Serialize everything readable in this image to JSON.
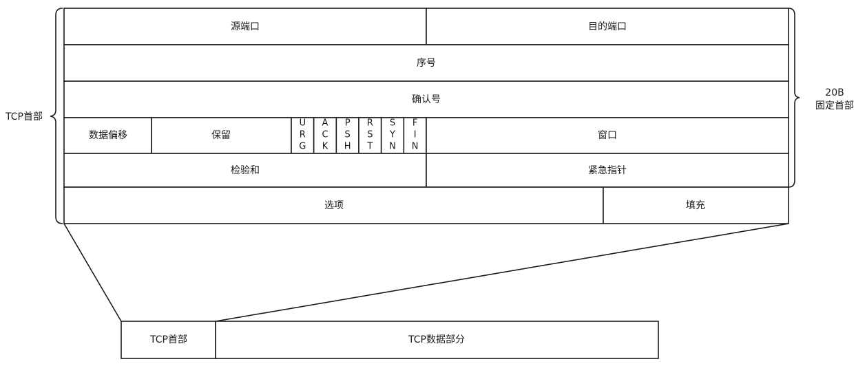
{
  "header": {
    "row1": {
      "source_port": "源端口",
      "dest_port": "目的端口"
    },
    "row2": {
      "seq": "序号"
    },
    "row3": {
      "ack_num": "确认号"
    },
    "row4": {
      "data_offset": "数据偏移",
      "reserved": "保留",
      "flags": [
        {
          "chars": [
            "U",
            "R",
            "G"
          ]
        },
        {
          "chars": [
            "A",
            "C",
            "K"
          ]
        },
        {
          "chars": [
            "P",
            "S",
            "H"
          ]
        },
        {
          "chars": [
            "R",
            "S",
            "T"
          ]
        },
        {
          "chars": [
            "S",
            "Y",
            "N"
          ]
        },
        {
          "chars": [
            "F",
            "I",
            "N"
          ]
        }
      ],
      "window": "窗口"
    },
    "row5": {
      "checksum": "检验和",
      "urgent_pointer": "紧急指针"
    },
    "row6": {
      "options": "选项",
      "padding": "填充"
    }
  },
  "labels": {
    "tcp_header_left": "TCP首部",
    "fixed_header_size": "20B",
    "fixed_header_label": "固定首部"
  },
  "segment": {
    "header": "TCP首部",
    "data": "TCP数据部分"
  }
}
